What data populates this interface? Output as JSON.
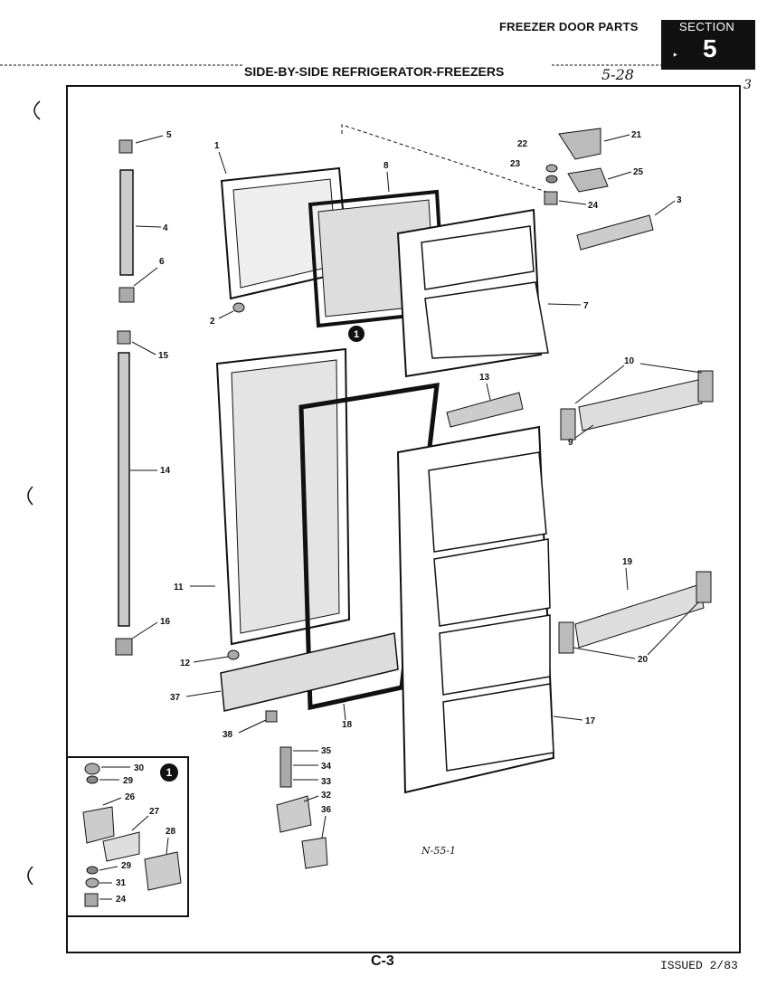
{
  "header": {
    "title": "FREEZER DOOR PARTS",
    "section_label": "SECTION",
    "section_number": "5",
    "subtitle": "SIDE-BY-SIDE REFRIGERATOR-FREEZERS"
  },
  "handwritten": {
    "date": "5-28",
    "page": "3"
  },
  "diagram": {
    "drawing_id": "N-55-1",
    "inset_marker": "1",
    "callout_marker": "1",
    "part_labels": [
      "1",
      "2",
      "3",
      "4",
      "5",
      "6",
      "7",
      "8",
      "9",
      "10",
      "11",
      "12",
      "13",
      "14",
      "15",
      "16",
      "17",
      "18",
      "19",
      "20",
      "21",
      "22",
      "23",
      "24",
      "25",
      "26",
      "27",
      "28",
      "29",
      "30",
      "31",
      "32",
      "33",
      "34",
      "35",
      "36",
      "37",
      "38"
    ]
  },
  "footer": {
    "page_id": "C-3",
    "issued": "ISSUED 2/83"
  }
}
